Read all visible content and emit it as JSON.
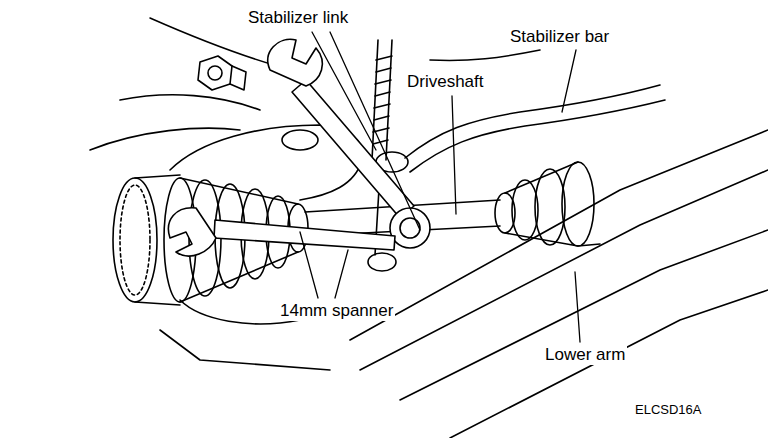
{
  "diagram": {
    "labels": [
      "Stabilizer link",
      "Stabilizer bar",
      "Driveshaft",
      "14mm spanner",
      "Lower arm",
      "ELCSD16A"
    ]
  }
}
